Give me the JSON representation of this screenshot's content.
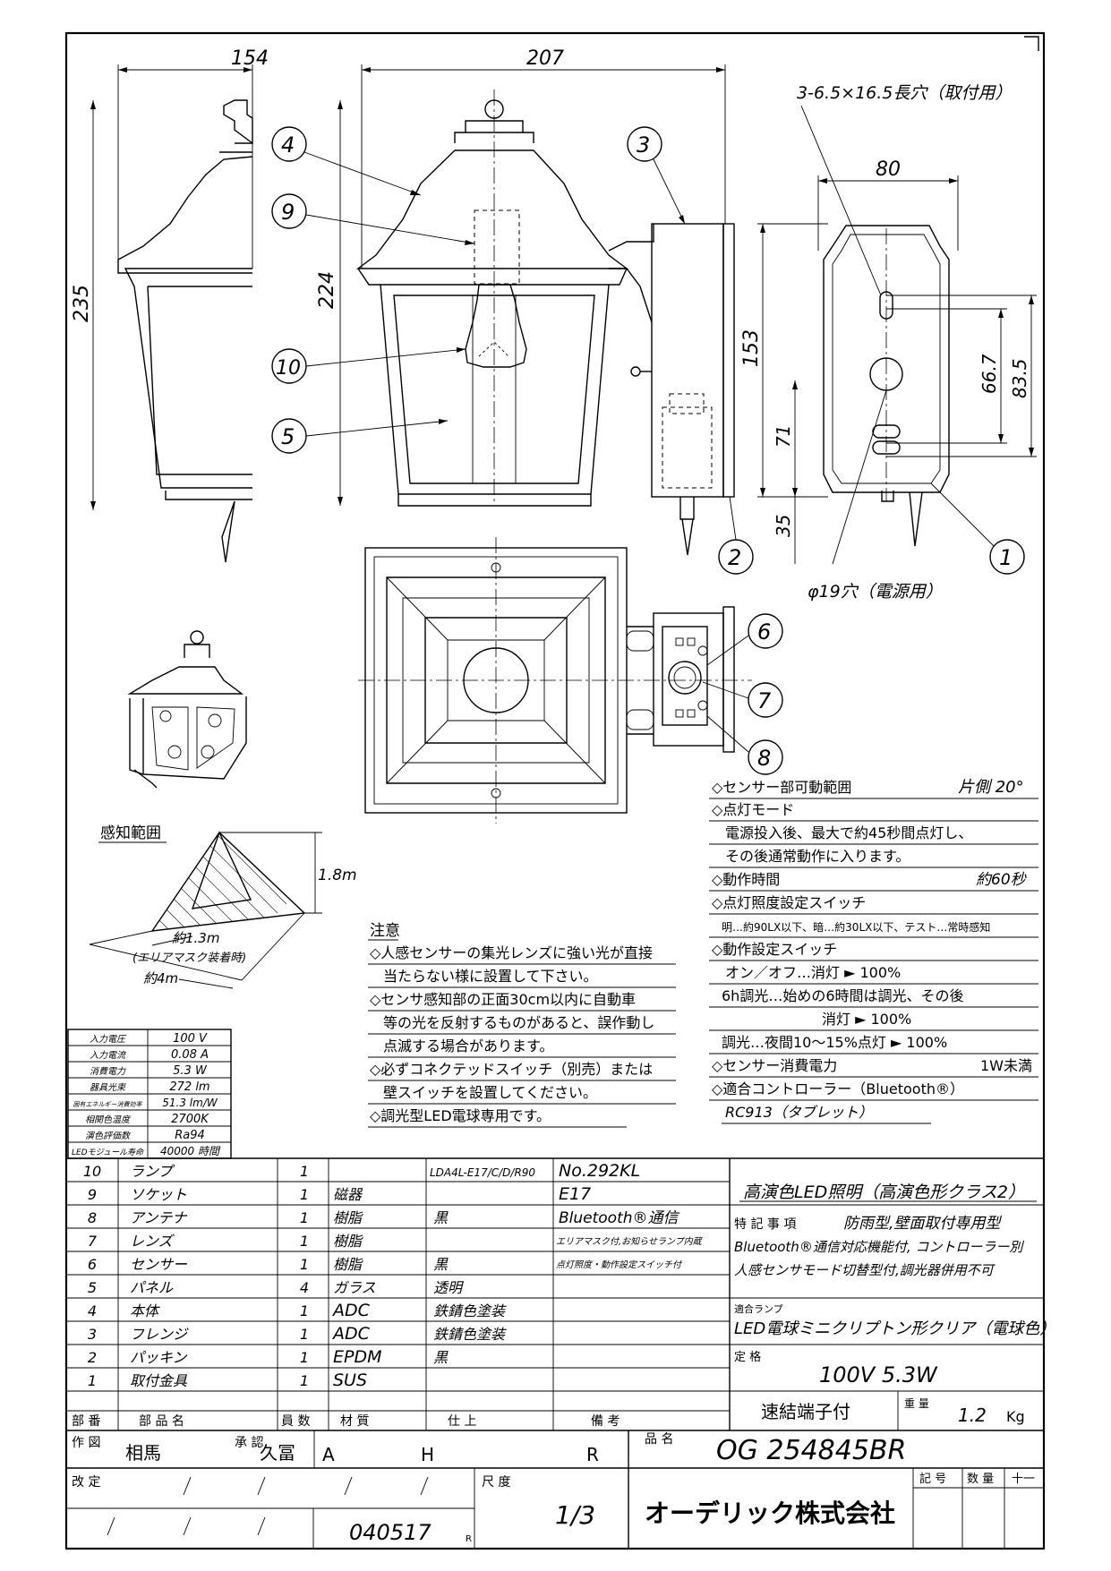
{
  "dimensions": {
    "side_width": "154",
    "front_width": "207",
    "side_height": "235",
    "front_height": "224",
    "mount_holes": "3-6.5×16.5長穴（取付用）",
    "back_width": "80",
    "back_height": "153",
    "hole_pitch_1": "66.7",
    "hole_pitch_2": "83.5",
    "hole_height": "71",
    "bottom_height": "35",
    "power_hole": "φ19穴（電源用）"
  },
  "callouts": [
    "1",
    "2",
    "3",
    "4",
    "5",
    "6",
    "7",
    "8",
    "9",
    "10"
  ],
  "detection": {
    "title": "感知範囲",
    "height": "1.8m",
    "mask_range": "約1.3m",
    "mask_note": "(エリアマスク装着時)",
    "range": "約4m"
  },
  "specs": [
    {
      "label": "入力電圧",
      "value": "100 V"
    },
    {
      "label": "入力電流",
      "value": "0.08 A"
    },
    {
      "label": "消費電力",
      "value": "5.3 W"
    },
    {
      "label": "器具光束",
      "value": "272 lm"
    },
    {
      "label": "固有エネルギー消費効率",
      "value": "51.3 lm/W"
    },
    {
      "label": "相関色温度",
      "value": "2700K"
    },
    {
      "label": "演色評価数",
      "value": "Ra94"
    },
    {
      "label": "LEDモジュール寿命",
      "value": "40000 時間"
    }
  ],
  "notes": {
    "title": "注意",
    "lines": [
      "◇人感センサーの集光レンズに強い光が直接",
      "当たらない様に設置して下さい。",
      "◇センサ感知部の正面30cm以内に自動車",
      "等の光を反射するものがあると、誤作動し",
      "点滅する場合があります。",
      "◇必ずコネクテッドスイッチ（別売）または",
      "壁スイッチを設置してください。",
      "◇調光型LED電球専用です。"
    ]
  },
  "sensor_info": [
    {
      "text": "◇センサー部可動範囲",
      "right": "片側 20°"
    },
    {
      "text": "◇点灯モード",
      "right": ""
    },
    {
      "text": "電源投入後、最大で約45秒間点灯し、",
      "right": ""
    },
    {
      "text": "その後通常動作に入ります。",
      "right": ""
    },
    {
      "text": "◇動作時間",
      "right": "約60秒"
    },
    {
      "text": "◇点灯照度設定スイッチ",
      "right": ""
    },
    {
      "text": "明…約90LX以下、暗…約30LX以下、テスト…常時感知",
      "right": ""
    },
    {
      "text": "◇動作設定スイッチ",
      "right": ""
    },
    {
      "text": "オン／オフ…消灯 ► 100%",
      "right": ""
    },
    {
      "text": "6h調光…始めの6時間は調光、その後",
      "right": ""
    },
    {
      "text": "消灯 ► 100%",
      "right": ""
    },
    {
      "text": "調光…夜間10～15%点灯 ► 100%",
      "right": ""
    },
    {
      "text": "◇センサー消費電力",
      "right": "1W未満"
    },
    {
      "text": "◇適合コントローラー（Bluetooth®）",
      "right": ""
    },
    {
      "text": "RC913（タブレット）",
      "right": ""
    }
  ],
  "parts": [
    {
      "no": "10",
      "name": "ランプ",
      "qty": "1",
      "material": "",
      "finish": "LDA4L-E17/C/D/R90",
      "note": "No.292KL"
    },
    {
      "no": "9",
      "name": "ソケット",
      "qty": "1",
      "material": "磁器",
      "finish": "",
      "note": "E17"
    },
    {
      "no": "8",
      "name": "アンテナ",
      "qty": "1",
      "material": "樹脂",
      "finish": "黒",
      "note": "Bluetooth®通信"
    },
    {
      "no": "7",
      "name": "レンズ",
      "qty": "1",
      "material": "樹脂",
      "finish": "",
      "note": "エリアマスク付,お知らせランプ内蔵"
    },
    {
      "no": "6",
      "name": "センサー",
      "qty": "1",
      "material": "樹脂",
      "finish": "黒",
      "note": "点灯照度・動作設定スイッチ付"
    },
    {
      "no": "5",
      "name": "パネル",
      "qty": "4",
      "material": "ガラス",
      "finish": "透明",
      "note": ""
    },
    {
      "no": "4",
      "name": "本体",
      "qty": "1",
      "material": "ADC",
      "finish": "鉄錆色塗装",
      "note": ""
    },
    {
      "no": "3",
      "name": "フレンジ",
      "qty": "1",
      "material": "ADC",
      "finish": "鉄錆色塗装",
      "note": ""
    },
    {
      "no": "2",
      "name": "パッキン",
      "qty": "1",
      "material": "EPDM",
      "finish": "黒",
      "note": ""
    },
    {
      "no": "1",
      "name": "取付金具",
      "qty": "1",
      "material": "SUS",
      "finish": "",
      "note": ""
    }
  ],
  "parts_header": {
    "no": "部 番",
    "name": "部 品 名",
    "qty": "員 数",
    "material": "材 質",
    "finish": "仕 上",
    "note": "備 考"
  },
  "product": {
    "category": "高演色LED照明（高演色形クラス2）",
    "features_label": "特 記 事 項",
    "features": [
      "防雨型,壁面取付専用型",
      "Bluetooth®通信対応機能付, コントローラー別",
      "人感センサモード切替型付,調光器併用不可"
    ],
    "lamp_label": "適合ランプ",
    "lamp": "LED電球ミニクリプトン形クリア（電球色）",
    "rating_label": "定 格",
    "rating": "100V  5.3W",
    "terminal": "速結端子付",
    "weight_label": "重 量",
    "weight": "1.2",
    "weight_unit": "Kg",
    "name_label": "品 名",
    "model": "OG 254845BR"
  },
  "title_block": {
    "drawn_label": "作 図",
    "drawn_by": "相馬",
    "approved_label": "承 認",
    "approved_by": "久冨",
    "rev_a": "A",
    "rev_h": "H",
    "rev_r": "R",
    "revised_label": "改 定",
    "date": "040517",
    "date_suffix": "R",
    "scale_label": "尺 度",
    "scale": "1/3",
    "company": "オーデリック株式会社",
    "symbol_label": "記 号",
    "qty_label": "数 量",
    "mark": "十一"
  }
}
